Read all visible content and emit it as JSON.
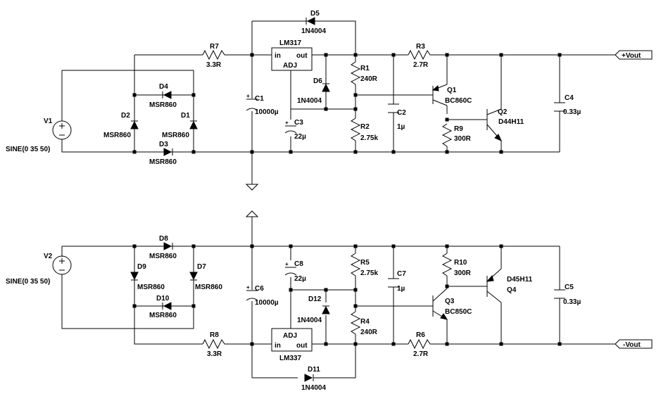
{
  "components": {
    "V1": {
      "ref": "V1",
      "value": "SINE(0 35 50)"
    },
    "V2": {
      "ref": "V2",
      "value": "SINE(0 35 50)"
    },
    "R1": {
      "ref": "R1",
      "value": "240R"
    },
    "R2": {
      "ref": "R2",
      "value": "2.75k"
    },
    "R3": {
      "ref": "R3",
      "value": "2.7R"
    },
    "R4": {
      "ref": "R4",
      "value": "240R"
    },
    "R5": {
      "ref": "R5",
      "value": "2.75k"
    },
    "R6": {
      "ref": "R6",
      "value": "2.7R"
    },
    "R7": {
      "ref": "R7",
      "value": "3.3R"
    },
    "R8": {
      "ref": "R8",
      "value": "3.3R"
    },
    "R9": {
      "ref": "R9",
      "value": "300R"
    },
    "R10": {
      "ref": "R10",
      "value": "300R"
    },
    "C1": {
      "ref": "C1",
      "value": "10000µ"
    },
    "C2": {
      "ref": "C2",
      "value": "1µ"
    },
    "C3": {
      "ref": "C3",
      "value": "22µ"
    },
    "C4": {
      "ref": "C4",
      "value": "0.33µ"
    },
    "C5": {
      "ref": "C5",
      "value": "0.33µ"
    },
    "C6": {
      "ref": "C6",
      "value": "10000µ"
    },
    "C7": {
      "ref": "C7",
      "value": "1µ"
    },
    "C8": {
      "ref": "C8",
      "value": "22µ"
    },
    "D1": {
      "ref": "D1",
      "value": "MSR860"
    },
    "D2": {
      "ref": "D2",
      "value": "MSR860"
    },
    "D3": {
      "ref": "D3",
      "value": "MSR860"
    },
    "D4": {
      "ref": "D4",
      "value": "MSR860"
    },
    "D5": {
      "ref": "D5",
      "value": "1N4004"
    },
    "D6": {
      "ref": "D6",
      "value": "1N4004"
    },
    "D7": {
      "ref": "D7",
      "value": "MSR860"
    },
    "D8": {
      "ref": "D8",
      "value": "MSR860"
    },
    "D9": {
      "ref": "D9",
      "value": "MSR860"
    },
    "D10": {
      "ref": "D10",
      "value": "MSR860"
    },
    "D11": {
      "ref": "D11",
      "value": "1N4004"
    },
    "D12": {
      "ref": "D12",
      "value": "1N4004"
    },
    "Q1": {
      "ref": "Q1",
      "value": "BC860C"
    },
    "Q2": {
      "ref": "Q2",
      "value": "D44H11"
    },
    "Q3": {
      "ref": "Q3",
      "value": "BC850C"
    },
    "Q4": {
      "ref": "Q4",
      "value": "D45H11"
    },
    "U1": {
      "ref": "LM317",
      "in": "in",
      "out": "out",
      "adj": "ADJ"
    },
    "U2": {
      "ref": "LM337",
      "in": "in",
      "out": "out",
      "adj": "ADJ"
    }
  },
  "ports": {
    "pos": "+Vout",
    "neg": "-Vout"
  }
}
